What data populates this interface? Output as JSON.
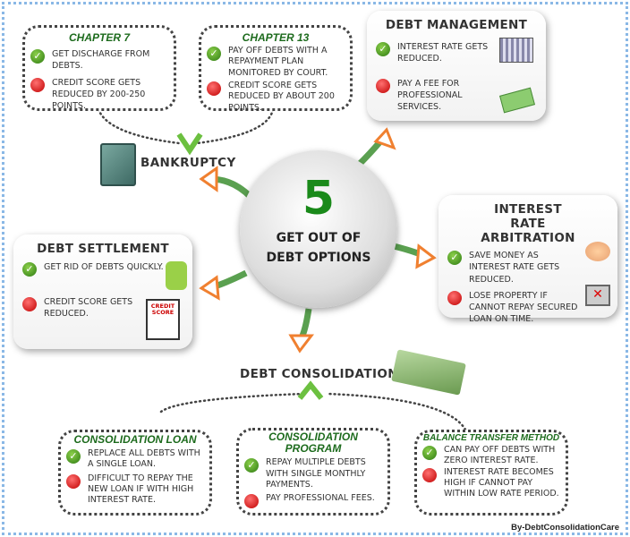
{
  "center": {
    "number": "5",
    "line1": "GET OUT OF",
    "line2": "DEBT OPTIONS"
  },
  "bankruptcy": {
    "label": "BANKRUPTCY",
    "chapter7": {
      "title": "CHAPTER 7",
      "pro": "GET DISCHARGE FROM DEBTS.",
      "con": "CREDIT SCORE GETS REDUCED BY 200-250 POINTS."
    },
    "chapter13": {
      "title": "CHAPTER 13",
      "pro": "PAY OFF DEBTS WITH A REPAYMENT PLAN MONITORED BY COURT.",
      "con": "CREDIT SCORE GETS REDUCED BY ABOUT 200 POINTS."
    }
  },
  "debt_management": {
    "title": "DEBT MANAGEMENT",
    "pro": "INTEREST RATE GETS REDUCED.",
    "con": "PAY A FEE FOR PROFESSIONAL SERVICES."
  },
  "interest_rate_arbitration": {
    "title": "INTEREST RATE ARBITRATION",
    "pro": "SAVE MONEY AS INTEREST RATE GETS REDUCED.",
    "con": "LOSE PROPERTY IF CANNOT REPAY SECURED LOAN ON TIME."
  },
  "debt_settlement": {
    "title": "DEBT SETTLEMENT",
    "pro": "GET RID OF DEBTS QUICKLY.",
    "con": "CREDIT SCORE GETS REDUCED.",
    "credit_score_icon_text": "CREDIT SCORE"
  },
  "debt_consolidation": {
    "label": "DEBT CONSOLIDATION",
    "loan": {
      "title": "CONSOLIDATION LOAN",
      "pro": "REPLACE ALL DEBTS WITH A SINGLE LOAN.",
      "con": "DIFFICULT TO REPAY THE NEW LOAN IF WITH HIGH INTEREST RATE."
    },
    "program": {
      "title": "CONSOLIDATION PROGRAM",
      "pro": "REPAY MULTIPLE DEBTS WITH SINGLE MONTHLY PAYMENTS.",
      "con": "PAY PROFESSIONAL FEES."
    },
    "balance": {
      "title": "BALANCE TRANSFER METHOD",
      "pro": "CAN PAY OFF DEBTS WITH ZERO INTEREST RATE.",
      "con": "INTEREST RATE BECOMES HIGH IF CANNOT PAY WITHIN LOW RATE PERIOD."
    }
  },
  "credit": "By-DebtConsolidationCare",
  "colors": {
    "green_title": "#1d6b1d",
    "center_number": "#1a8a1a",
    "arrow_orange": "#f08030",
    "arrow_green": "#5aa050"
  }
}
